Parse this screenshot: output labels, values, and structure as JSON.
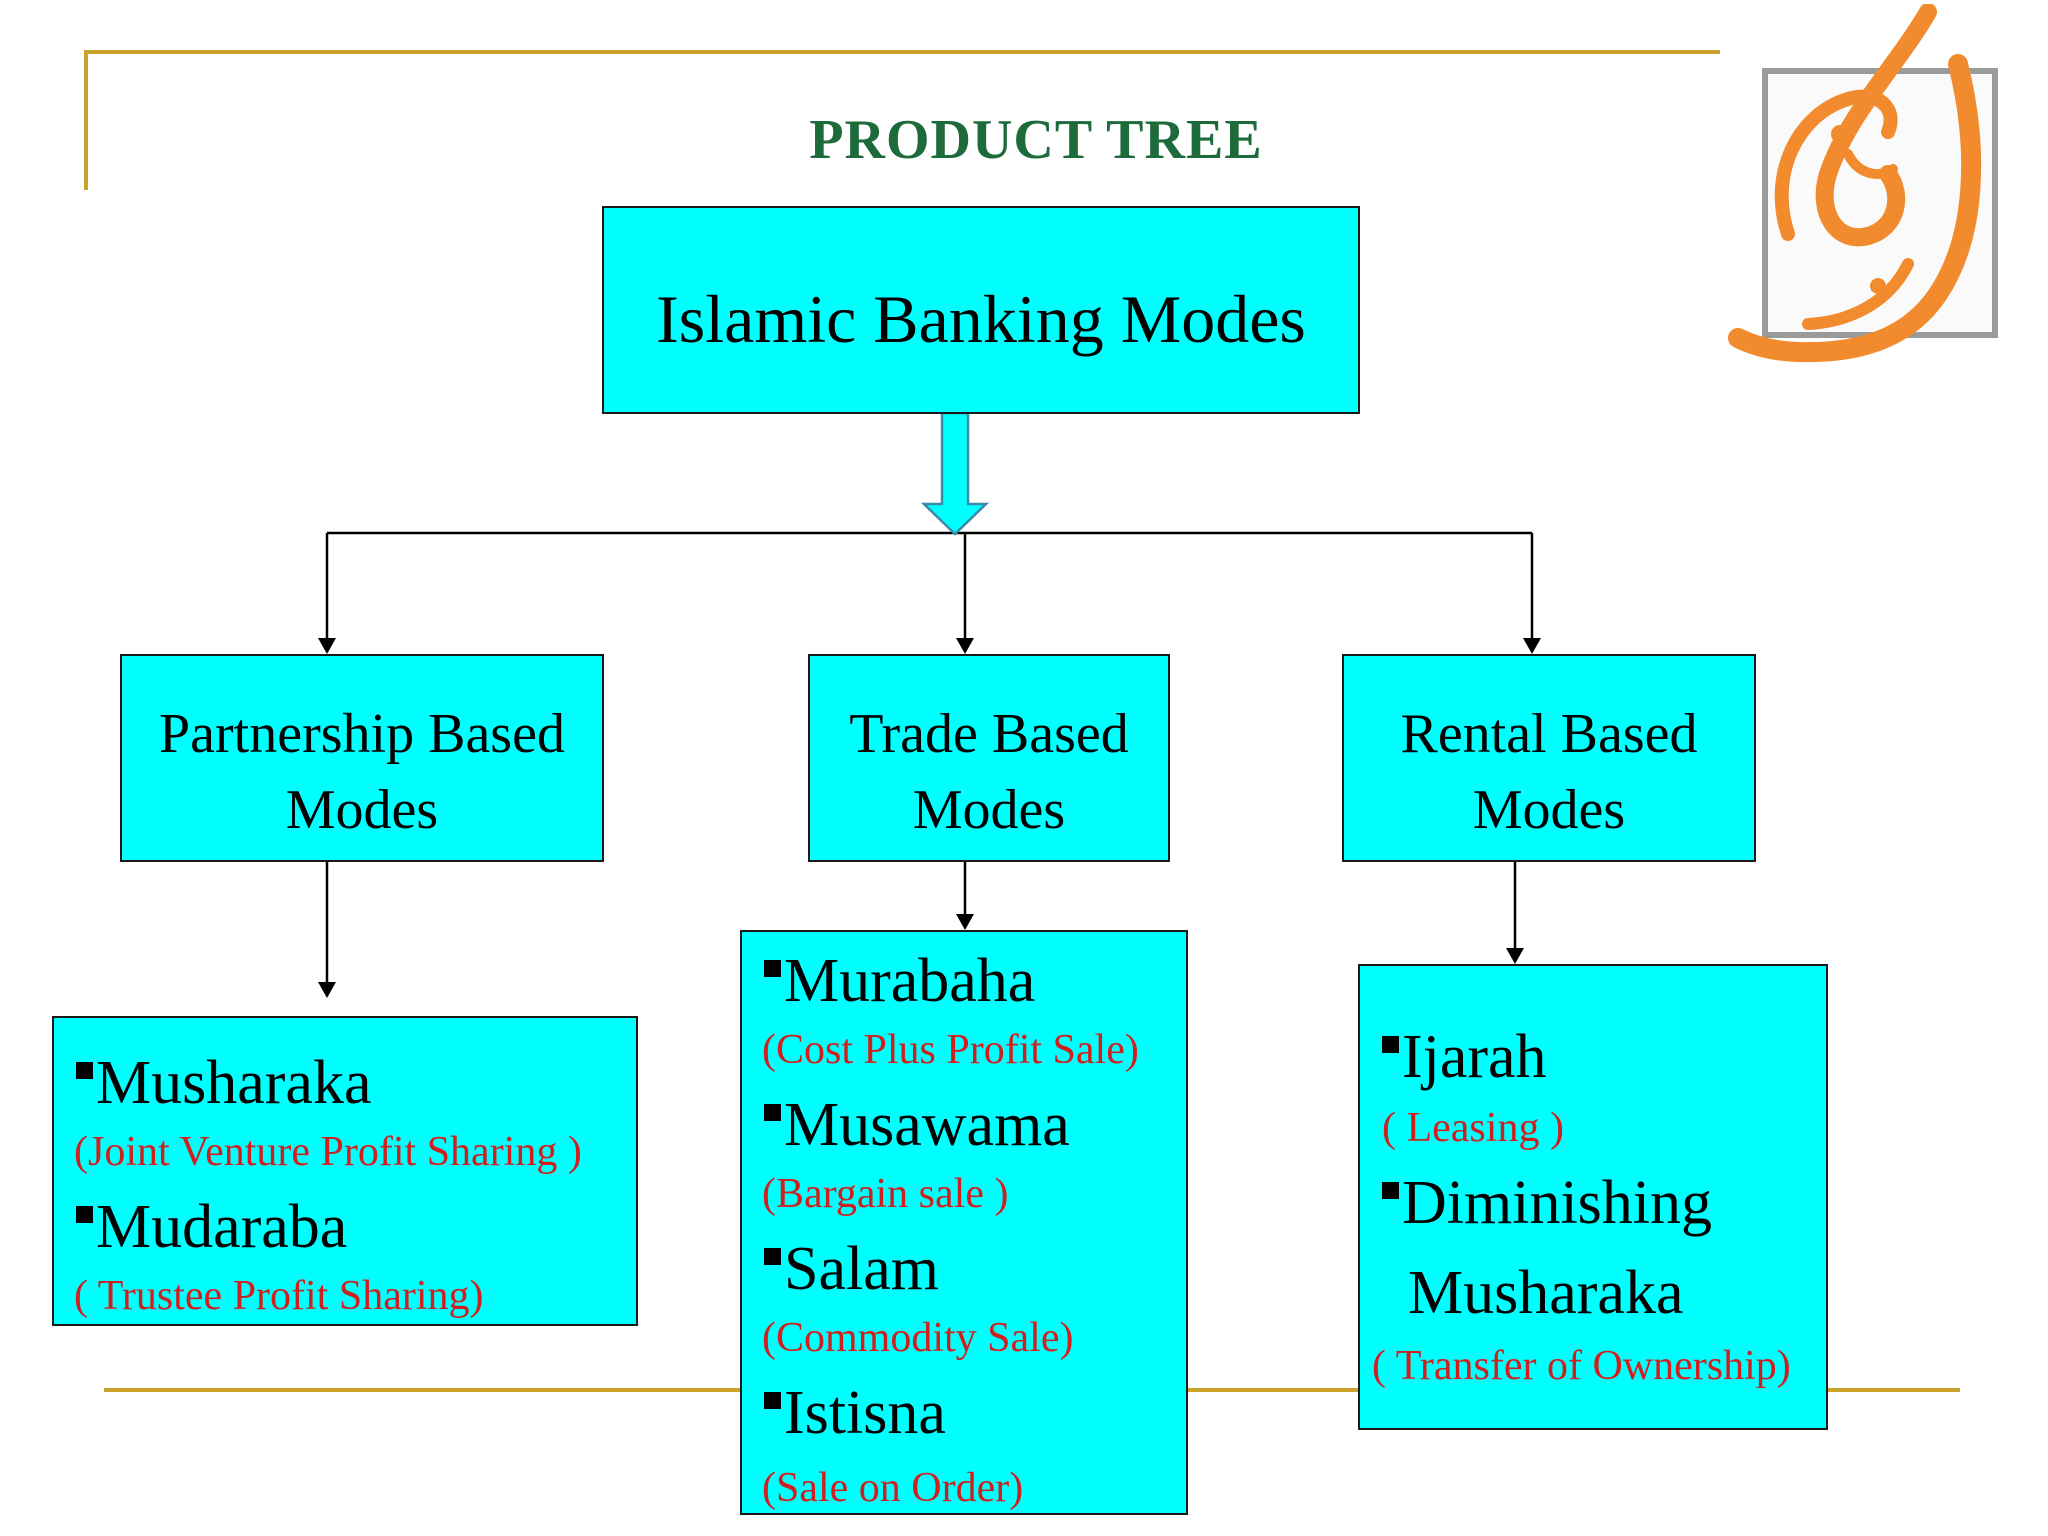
{
  "title": "PRODUCT TREE",
  "root": {
    "label": "Islamic Banking Modes"
  },
  "categories": [
    {
      "label_line1": "Partnership Based",
      "label_line2": "Modes",
      "items": [
        {
          "name": "Musharaka",
          "desc": "(Joint Venture Profit Sharing )"
        },
        {
          "name": "Mudaraba",
          "desc": "( Trustee Profit Sharing)"
        }
      ]
    },
    {
      "label_line1": "Trade Based",
      "label_line2": "Modes",
      "items": [
        {
          "name": "Murabaha",
          "desc": "(Cost Plus Profit Sale)"
        },
        {
          "name": "Musawama",
          "desc": "(Bargain sale )"
        },
        {
          "name": "Salam",
          "desc": "(Commodity Sale)"
        },
        {
          "name": "Istisna",
          "desc": "(Sale on Order)"
        }
      ]
    },
    {
      "label_line1": "Rental Based",
      "label_line2": "Modes",
      "items": [
        {
          "name": "Ijarah",
          "desc": "( Leasing )"
        },
        {
          "name": "Diminishing",
          "name_line2": "Musharaka",
          "desc": "( Transfer of Ownership)"
        }
      ]
    }
  ],
  "colors": {
    "box_fill": "#00ffff",
    "title_green": "#1d6b3a",
    "desc_red": "#d0201e",
    "gold_rule": "#c9a227",
    "logo_orange": "#f28a2e"
  },
  "logo": {
    "icon": "arabic-calligraphy-logo"
  }
}
